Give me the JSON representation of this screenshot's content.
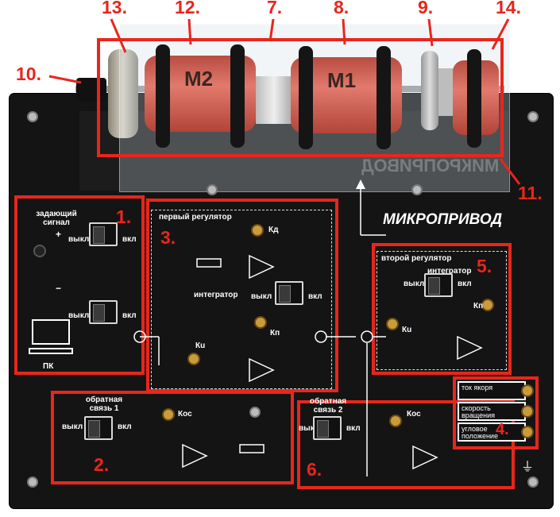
{
  "callouts": {
    "n13": "13.",
    "n12": "12.",
    "n7": "7.",
    "n8": "8.",
    "n9": "9.",
    "n14": "14.",
    "n10": "10.",
    "n11": "11.",
    "n1": "1.",
    "n3": "3.",
    "n5": "5.",
    "n2": "2.",
    "n6": "6.",
    "n4": "4."
  },
  "motors": {
    "m2": "M2",
    "m1": "M1"
  },
  "panel": {
    "title": "МИКРОПРИВОД",
    "setpoint_title": "задающий сигнал",
    "plus_label": "+",
    "minus_label": "−",
    "off_label": "выкл",
    "on_label": "вкл",
    "pc_label": "ПК",
    "regulator1_title": "первый регулятор",
    "regulator2_title": "второй регулятор",
    "integrator_label": "интегратор",
    "kd_label": "Кд",
    "kp_label": "Кп",
    "ki_label": "Кu",
    "kos_label": "Кос",
    "feedback1_title": "обратная связь 1",
    "feedback2_title": "обратная связь 2",
    "out_current": "ток якоря",
    "out_speed": "скорость вращения",
    "out_angle": "угловое положение"
  },
  "colors": {
    "accent": "#e8261c",
    "panel": "#121212",
    "motor": "#d8645a"
  }
}
